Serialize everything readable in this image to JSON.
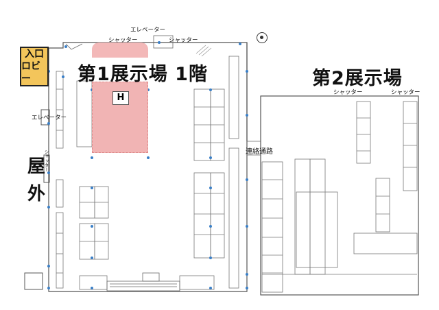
{
  "hall1": {
    "title": "第1展示場 1階",
    "elevator_top": "エレベーター",
    "shutter_top_left": "シャッター",
    "shutter_top_right": "シャッター",
    "elevator_left": "エレベーター",
    "shutter_left": "シャッター",
    "helipad_mark": "H"
  },
  "hall2": {
    "title": "第2展示場",
    "shutter_left": "シャッター",
    "shutter_right": "シャッター"
  },
  "entrance_lobby": {
    "line1": "入口",
    "line2": "ロビー"
  },
  "connecting_passage": "連絡通路",
  "outdoor": {
    "line1": "屋",
    "line2": "外"
  },
  "colors": {
    "lobby": "#f3c55b",
    "helipad": "#f1b4b4",
    "column_dot": "#3a7fc7",
    "line": "#555555"
  }
}
